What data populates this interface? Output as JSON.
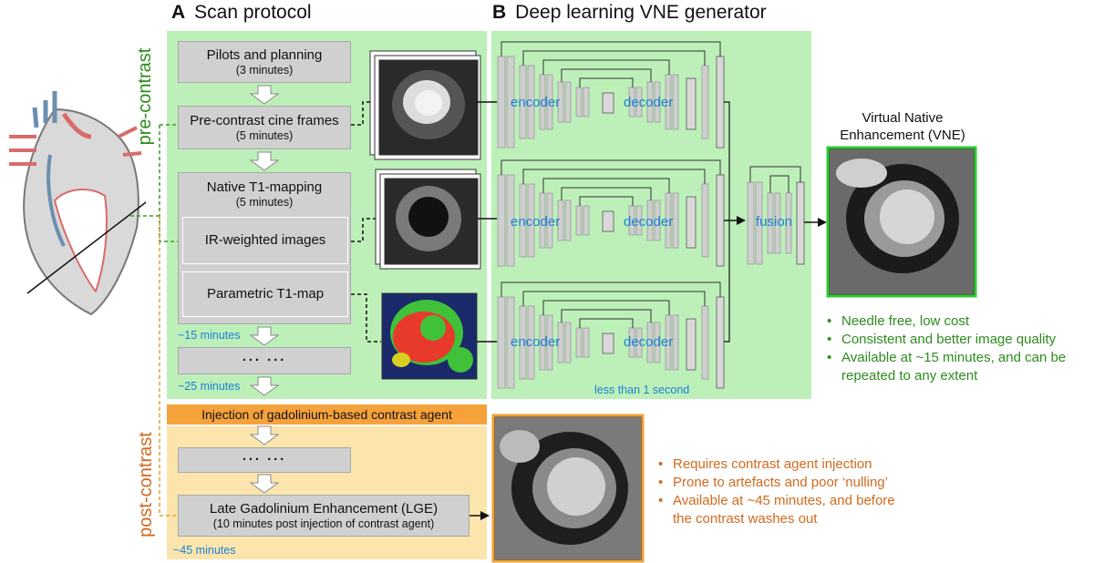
{
  "panels": {
    "a": {
      "letter": "A",
      "title": "Scan protocol"
    },
    "b": {
      "letter": "B",
      "title": "Deep learning VNE generator"
    }
  },
  "phases": {
    "pre": "pre-contrast",
    "post": "post-contrast"
  },
  "protocol": {
    "pilots": {
      "title": "Pilots and planning",
      "duration": "(3 minutes)"
    },
    "cine": {
      "title": "Pre-contrast cine frames",
      "duration": "(5 minutes)"
    },
    "t1": {
      "title": "Native T1-mapping",
      "duration": "(5 minutes)"
    },
    "ir": {
      "title": "IR-weighted images"
    },
    "parametric": {
      "title": "Parametric T1-map"
    },
    "ellipsis1": "··· ···",
    "injection": "Injection of gadolinium-based contrast agent",
    "ellipsis2": "··· ···",
    "lge": {
      "title": "Late Gadolinium Enhancement (LGE)",
      "detail": "(10 minutes post injection of contrast agent)"
    }
  },
  "times": {
    "t15": "~15 minutes",
    "t25": "~25 minutes",
    "t45": "~45 minutes"
  },
  "network": {
    "encoder": "encoder",
    "decoder": "decoder",
    "fusion": "fusion",
    "speed": "less than 1 second"
  },
  "vne": {
    "title_line1": "Virtual Native",
    "title_line2": "Enhancement (VNE)"
  },
  "vne_benefits": [
    "Needle free, low cost",
    "Consistent and better image quality",
    "Available at ~15 minutes, and can be",
    "repeated to any extent"
  ],
  "lge_drawbacks": [
    "Requires contrast agent injection",
    "Prone to artefacts and poor ‘nulling’",
    "Available at ~45 minutes, and before",
    "the contrast washes out"
  ],
  "colors": {
    "green_bg": "#bdf0b9",
    "yellow_bg": "#fbe5ad",
    "orange": "#f6a23a",
    "green_text": "#2e8b1e",
    "orange_text": "#d2691e",
    "blue_text": "#1a7fd6"
  }
}
